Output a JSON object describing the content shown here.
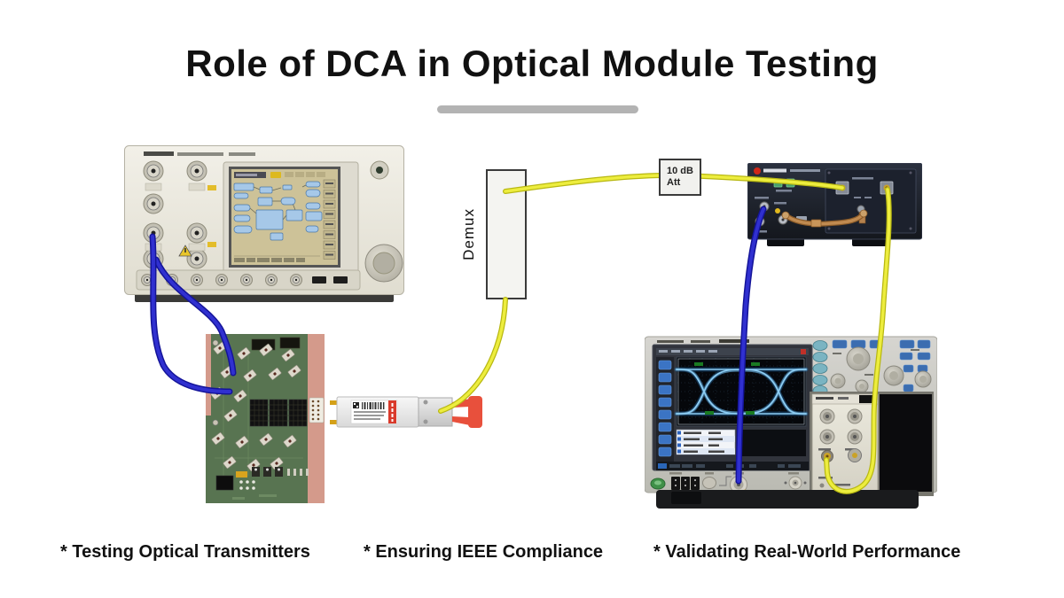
{
  "title": {
    "text": "Role of DCA in Optical Module Testing"
  },
  "labels": {
    "demux": "Demux",
    "attenuator_line1": "10 dB",
    "attenuator_line2": "Att"
  },
  "footer": {
    "items": [
      "* Testing Optical Transmitters",
      "* Ensuring IEEE Compliance",
      "* Validating Real-World Performance"
    ]
  },
  "colors": {
    "background": "#ffffff",
    "title_text": "#111111",
    "divider": "#b3b3b3",
    "cable_blue": "#2525c8",
    "cable_yellow": "#e4e42c",
    "pcb_green": "#587451",
    "pcb_edge_pink": "#d49a8b",
    "transceiver_tab_red": "#e8503c",
    "bert_chassis": "#e9e6da",
    "receiver_panel": "#1d222e",
    "scope_chassis": "#c9c8c2",
    "eye_trace": "#8ccdf4"
  }
}
